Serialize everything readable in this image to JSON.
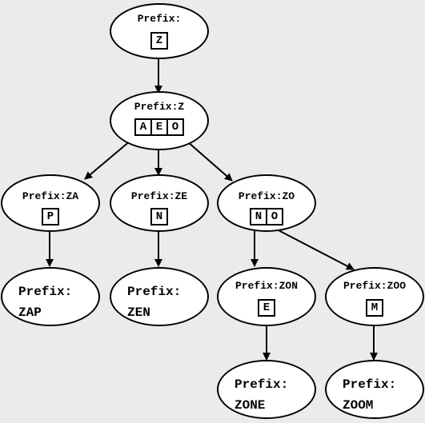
{
  "nodes": {
    "root": {
      "prefix": "Prefix:",
      "keys": [
        "Z"
      ]
    },
    "z": {
      "prefix": "Prefix:Z",
      "keys": [
        "A",
        "E",
        "O"
      ]
    },
    "za": {
      "prefix": "Prefix:ZA",
      "keys": [
        "P"
      ]
    },
    "ze": {
      "prefix": "Prefix:ZE",
      "keys": [
        "N"
      ]
    },
    "zo": {
      "prefix": "Prefix:ZO",
      "keys": [
        "N",
        "O"
      ]
    },
    "zap": {
      "line1": "Prefix:",
      "line2": "ZAP"
    },
    "zen": {
      "line1": "Prefix:",
      "line2": "ZEN"
    },
    "zon": {
      "prefix": "Prefix:ZON",
      "keys": [
        "E"
      ]
    },
    "zoo": {
      "prefix": "Prefix:ZOO",
      "keys": [
        "M"
      ]
    },
    "zone": {
      "line1": "Prefix:",
      "line2": "ZONE"
    },
    "zoom": {
      "line1": "Prefix:",
      "line2": "ZOOM"
    }
  }
}
